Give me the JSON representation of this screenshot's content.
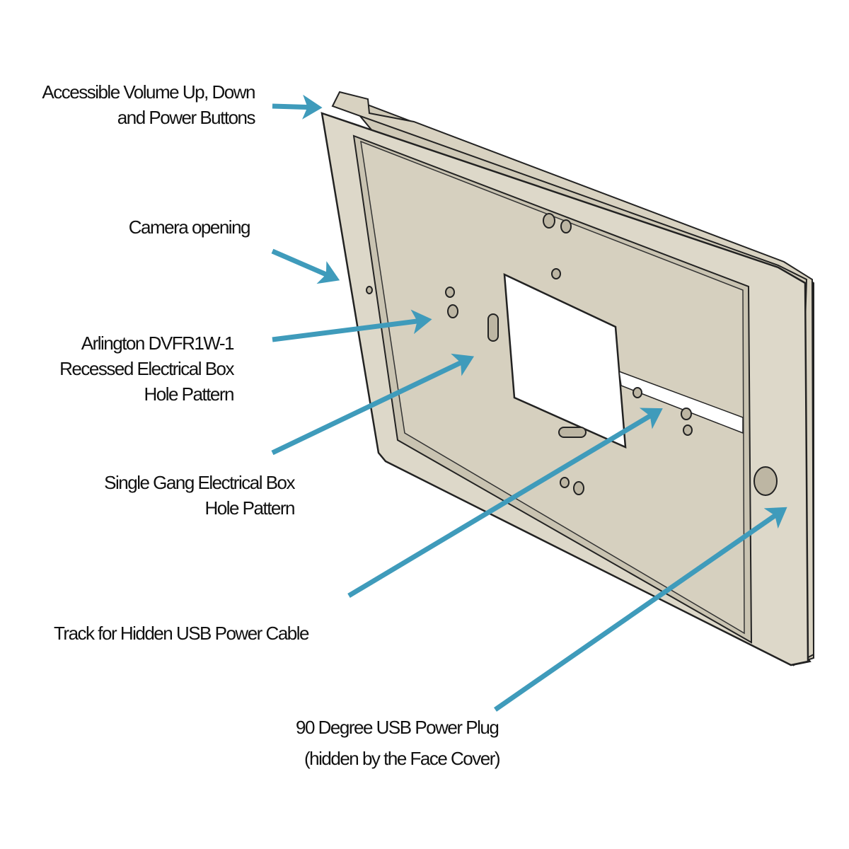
{
  "colors": {
    "arrow": "#3f9bbb",
    "plate": "#ddd8c9",
    "recess": "#d4cebd",
    "edge": "#222222"
  },
  "labels": {
    "buttons": [
      "Accessible Volume Up, Down",
      "and Power Buttons"
    ],
    "camera": "Camera opening",
    "arlington": [
      "Arlington DVFR1W-1",
      "Recessed Electrical Box",
      "Hole Pattern"
    ],
    "single_gang": [
      "Single Gang Electrical Box",
      "Hole Pattern"
    ],
    "track": "Track for  Hidden USB Power Cable",
    "usb_plug": [
      "90 Degree USB Power Plug",
      "(hidden by the Face Cover)"
    ]
  }
}
